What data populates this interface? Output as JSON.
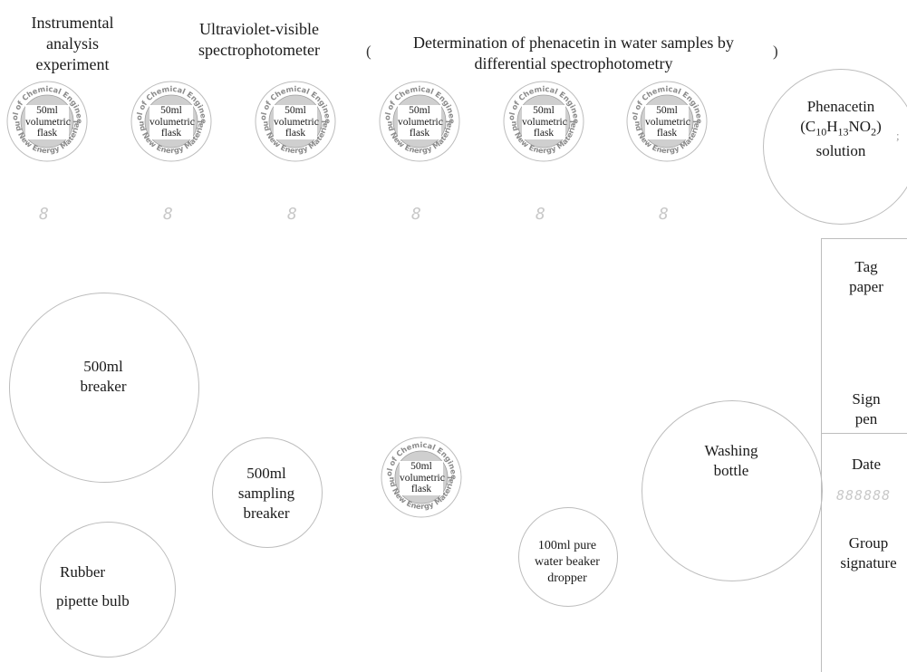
{
  "titles": {
    "course": [
      "Instrumental",
      "analysis",
      "experiment"
    ],
    "instrument": [
      "Ultraviolet-visible",
      "spectrophotometer"
    ],
    "experiment_open": "(",
    "experiment": [
      "Determination of phenacetin in water samples by",
      "differential spectrophotometry"
    ],
    "experiment_close": ")"
  },
  "seal_text": {
    "top": "School of Chemical Engineering",
    "bottom": "and New Energy Materials"
  },
  "flasks": [
    {
      "lines": [
        "50ml",
        "volumetric",
        "flask"
      ],
      "counter": "8"
    },
    {
      "lines": [
        "50ml",
        "volumetric",
        "flask"
      ],
      "counter": "8"
    },
    {
      "lines": [
        "50ml",
        "volumetric",
        "flask"
      ],
      "counter": "8"
    },
    {
      "lines": [
        "50ml",
        "volumetric",
        "flask"
      ],
      "counter": "8"
    },
    {
      "lines": [
        "50ml",
        "volumetric",
        "flask"
      ],
      "counter": "8"
    },
    {
      "lines": [
        "50ml",
        "volumetric",
        "flask"
      ],
      "counter": "8"
    }
  ],
  "center_flask": {
    "lines": [
      "50ml",
      "volumetric",
      "flask"
    ]
  },
  "phenacetin": {
    "name": "Phenacetin",
    "formula": "(C10H13NO2)",
    "formula_parts": [
      "(C",
      "10",
      "H",
      "13",
      "NO",
      "2",
      ")"
    ],
    "suffix": "solution",
    "side_mark": ";"
  },
  "items": {
    "breaker_500": [
      "500ml",
      "breaker"
    ],
    "sampling_breaker": [
      "500ml",
      "sampling",
      "breaker"
    ],
    "rubber_bulb": [
      "Rubber",
      "pipette bulb"
    ],
    "water_beaker": [
      "100ml pure",
      "water beaker",
      "dropper"
    ],
    "washing_bottle": [
      "Washing",
      "bottle"
    ]
  },
  "side_panel": {
    "tag_paper": [
      "Tag",
      "paper"
    ],
    "sign_pen": [
      "Sign",
      "pen"
    ],
    "date": "Date",
    "date_digits": "888888",
    "group_signature": [
      "Group",
      "signature"
    ]
  },
  "colors": {
    "ring": "#bdbdbd",
    "seal_text": "#8a8a8a",
    "seal_fill": "#cfcfcf",
    "digit": "#c8c8c8"
  }
}
